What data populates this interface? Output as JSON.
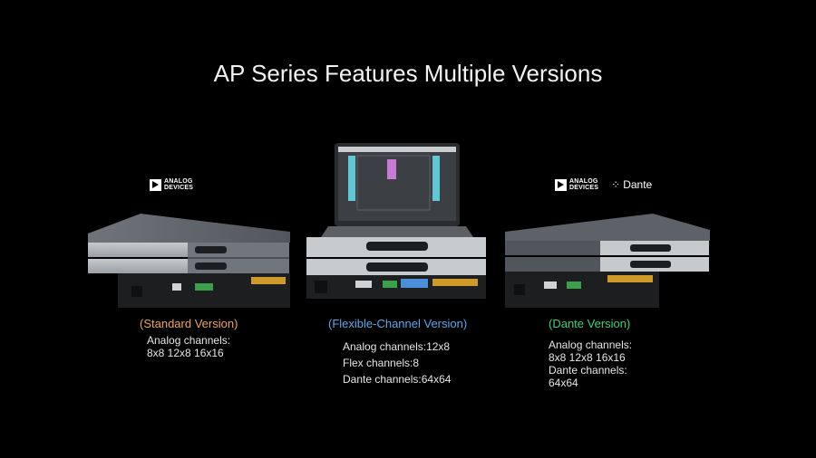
{
  "title": "AP Series Features Multiple Versions",
  "logos": {
    "analog_devices_line1": "ANALOG",
    "analog_devices_line2": "DEVICES",
    "dante": "Dante"
  },
  "versions": [
    {
      "caption": "(Standard Version)",
      "caption_color": "#f0a35a",
      "specs": [
        "Analog channels:",
        "8x8 12x8 16x16"
      ]
    },
    {
      "caption": "(Flexible-Channel Version)",
      "caption_color": "#58a9ec",
      "specs": [
        "Analog channels:12x8",
        "Flex channels:8",
        "Dante channels:64x64"
      ]
    },
    {
      "caption": "(Dante Version)",
      "caption_color": "#3fcf7a",
      "specs": [
        "Analog channels:",
        "8x8 12x8 16x16",
        "Dante channels:",
        "64x64"
      ]
    }
  ]
}
